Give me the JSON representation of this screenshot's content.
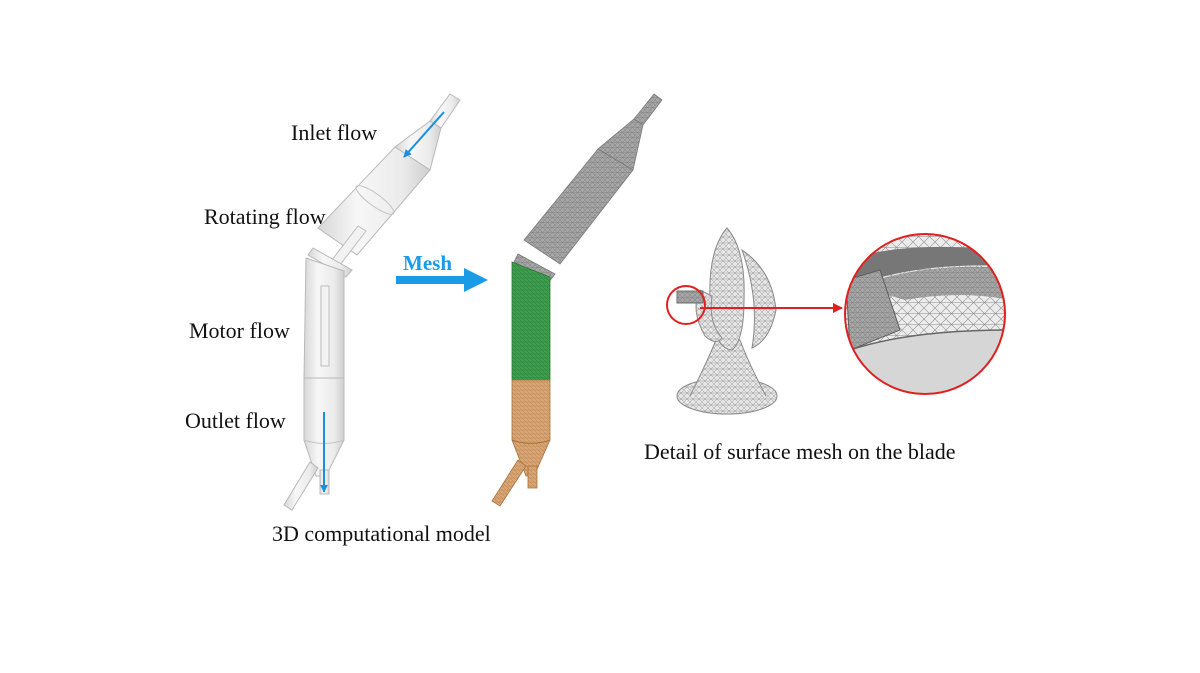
{
  "labels": {
    "inlet": "Inlet flow",
    "rotating": "Rotating flow",
    "motor": "Motor flow",
    "outlet": "Outlet flow",
    "mesh": "Mesh",
    "model_caption": "3D computational model",
    "blade_caption": "Detail of surface mesh on the blade"
  },
  "colors": {
    "mesh_arrow": "#1a9be6",
    "flow_arrow": "#1a8fe0",
    "zoom_circle": "#e02020",
    "motor_region": "#3a9a4a",
    "outlet_region": "#d9a273",
    "inlet_region": "#a0a0a0"
  }
}
